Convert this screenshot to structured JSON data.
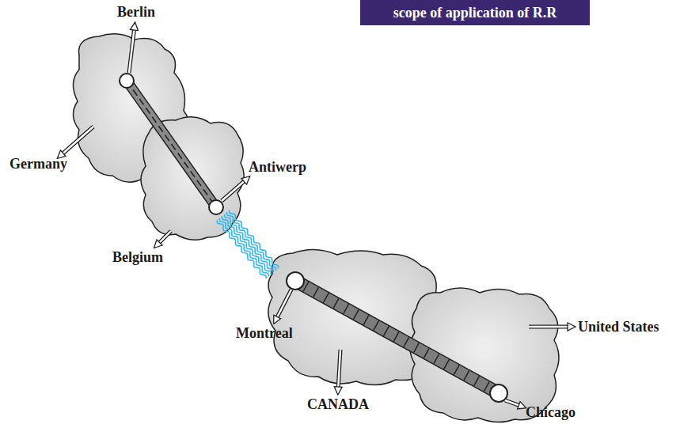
{
  "diagram": {
    "title": "scope of application of R.R",
    "labels": [
      "Berlin",
      "Germany",
      "Antiwerp",
      "Belgium",
      "Montreal",
      "CANADA",
      "Chicago",
      "United States"
    ]
  }
}
